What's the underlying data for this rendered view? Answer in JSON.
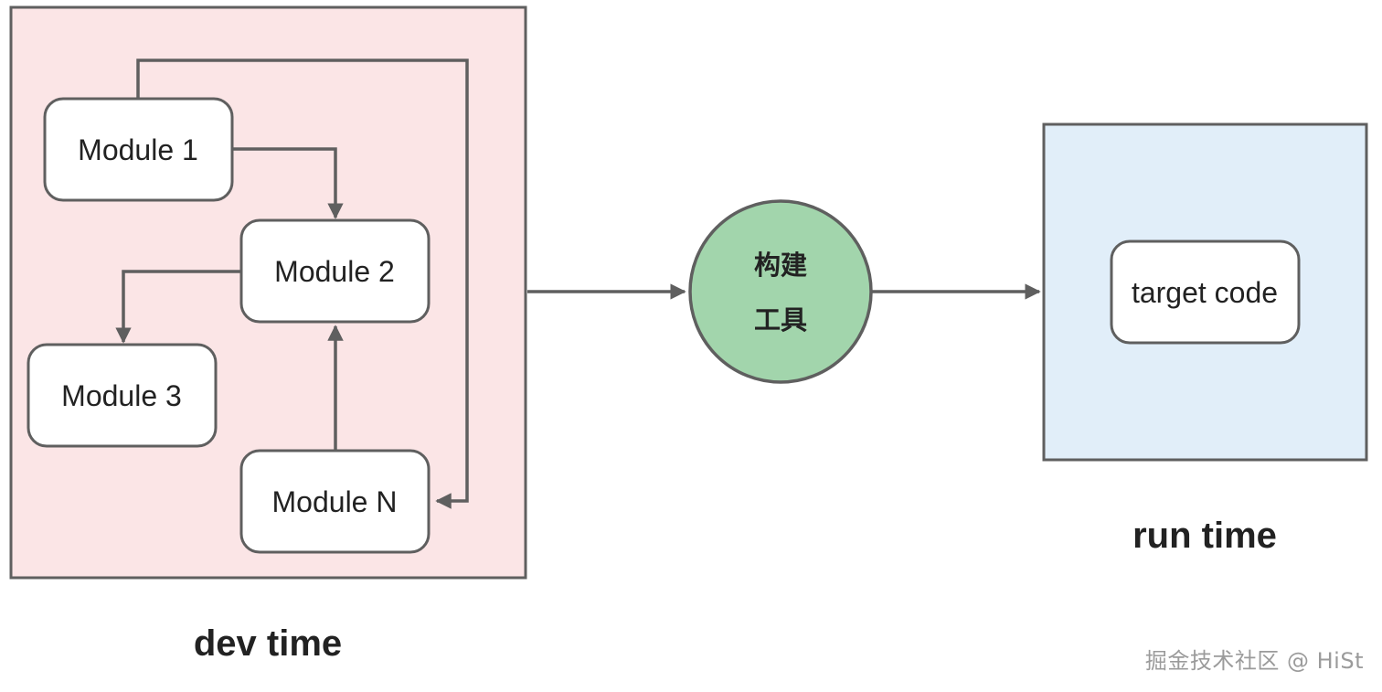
{
  "dev_time": {
    "caption": "dev time",
    "modules": {
      "m1": "Module 1",
      "m2": "Module 2",
      "m3": "Module 3",
      "mn": "Module N"
    }
  },
  "build_tool": {
    "line1": "构建",
    "line2": "工具"
  },
  "run_time": {
    "caption": "run time",
    "target": "target code"
  },
  "watermark": "掘金技术社区 @ HiSt",
  "colors": {
    "dev_panel_fill": "#fbe5e6",
    "run_panel_fill": "#e1eef9",
    "tool_fill": "#a2d5ac",
    "stroke": "#5f5f5f"
  }
}
